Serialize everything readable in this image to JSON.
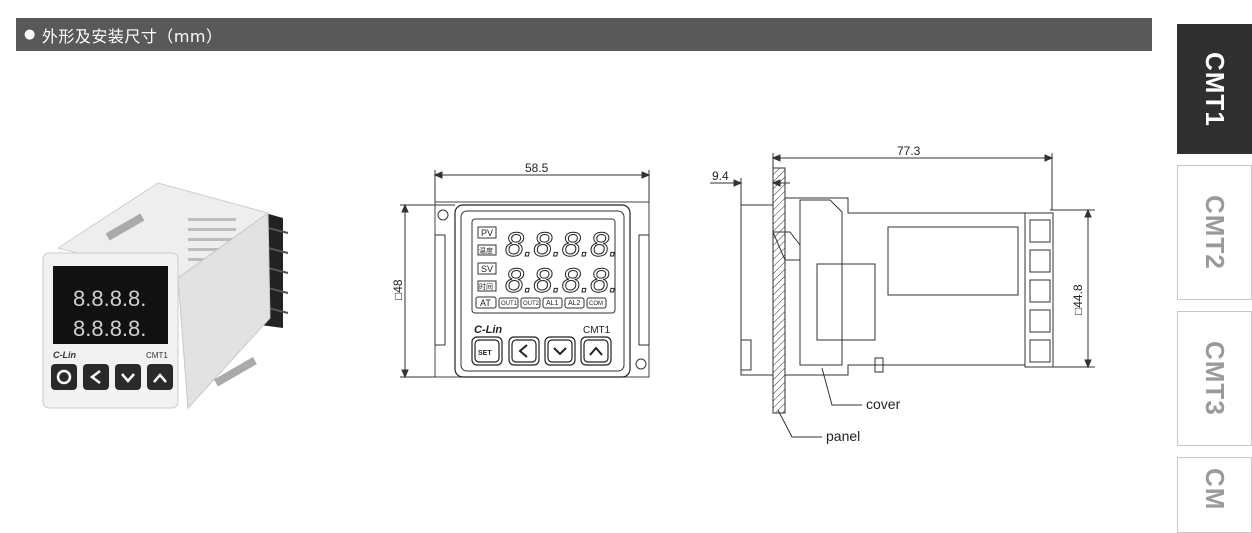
{
  "section": {
    "bullet": "●",
    "title": "外形及安装尺寸（mm）"
  },
  "side_tabs": [
    {
      "label": "CMT1",
      "active": true
    },
    {
      "label": "CMT2",
      "active": false
    },
    {
      "label": "CMT3",
      "active": false
    },
    {
      "label": "CM",
      "active": false
    }
  ],
  "front_view": {
    "width_dim": "58.5",
    "height_dim": "□48",
    "labels": {
      "pv": "PV",
      "wendu": "温度",
      "sv": "SV",
      "shijian": "时间",
      "at": "AT",
      "out1": "OUT1",
      "out2": "OUT2",
      "al1": "AL1",
      "al2": "AL2",
      "com": "COM"
    },
    "digits_top": "8.8.8.8.",
    "digits_bottom": "8.8.8.8.",
    "brand": "C-Lin",
    "model": "CMT1",
    "buttons": {
      "set": "SET",
      "left": "<",
      "down": "∨",
      "up": "∧"
    }
  },
  "side_view": {
    "length_dim": "77.3",
    "panel_offset_dim": "9.4",
    "height_dim": "□44.8",
    "cover_label": "cover",
    "panel_label": "panel"
  },
  "photo": {
    "brand": "C-Lin",
    "model": "CMT1",
    "digits": "8.8.8.8."
  }
}
